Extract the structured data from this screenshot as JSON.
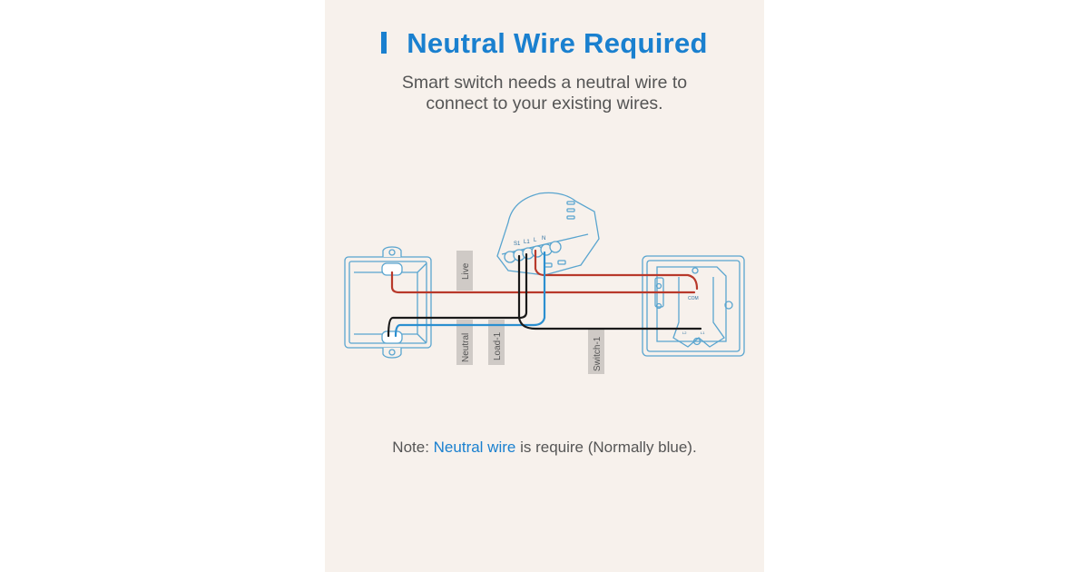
{
  "title": "Neutral Wire Required",
  "subtitle_line1": "Smart switch needs a neutral wire to",
  "subtitle_line2": "connect to your existing wires.",
  "diagram": {
    "wire_labels": {
      "live": "Live",
      "neutral": "Neutral",
      "load": "Load-1",
      "switch": "Switch-1"
    },
    "module_terminals": [
      "S1",
      "L1",
      "L",
      "N"
    ],
    "switch_terminals": {
      "com": "COM",
      "l1": "L1",
      "l2": "L2"
    },
    "colors": {
      "live": "#b8392b",
      "neutral": "#2b8fd0",
      "load": "#1a1a1a",
      "outline": "#5aa5cf"
    }
  },
  "note": {
    "prefix": "Note: ",
    "highlight": "Neutral wire",
    "suffix": " is require (Normally blue)."
  }
}
